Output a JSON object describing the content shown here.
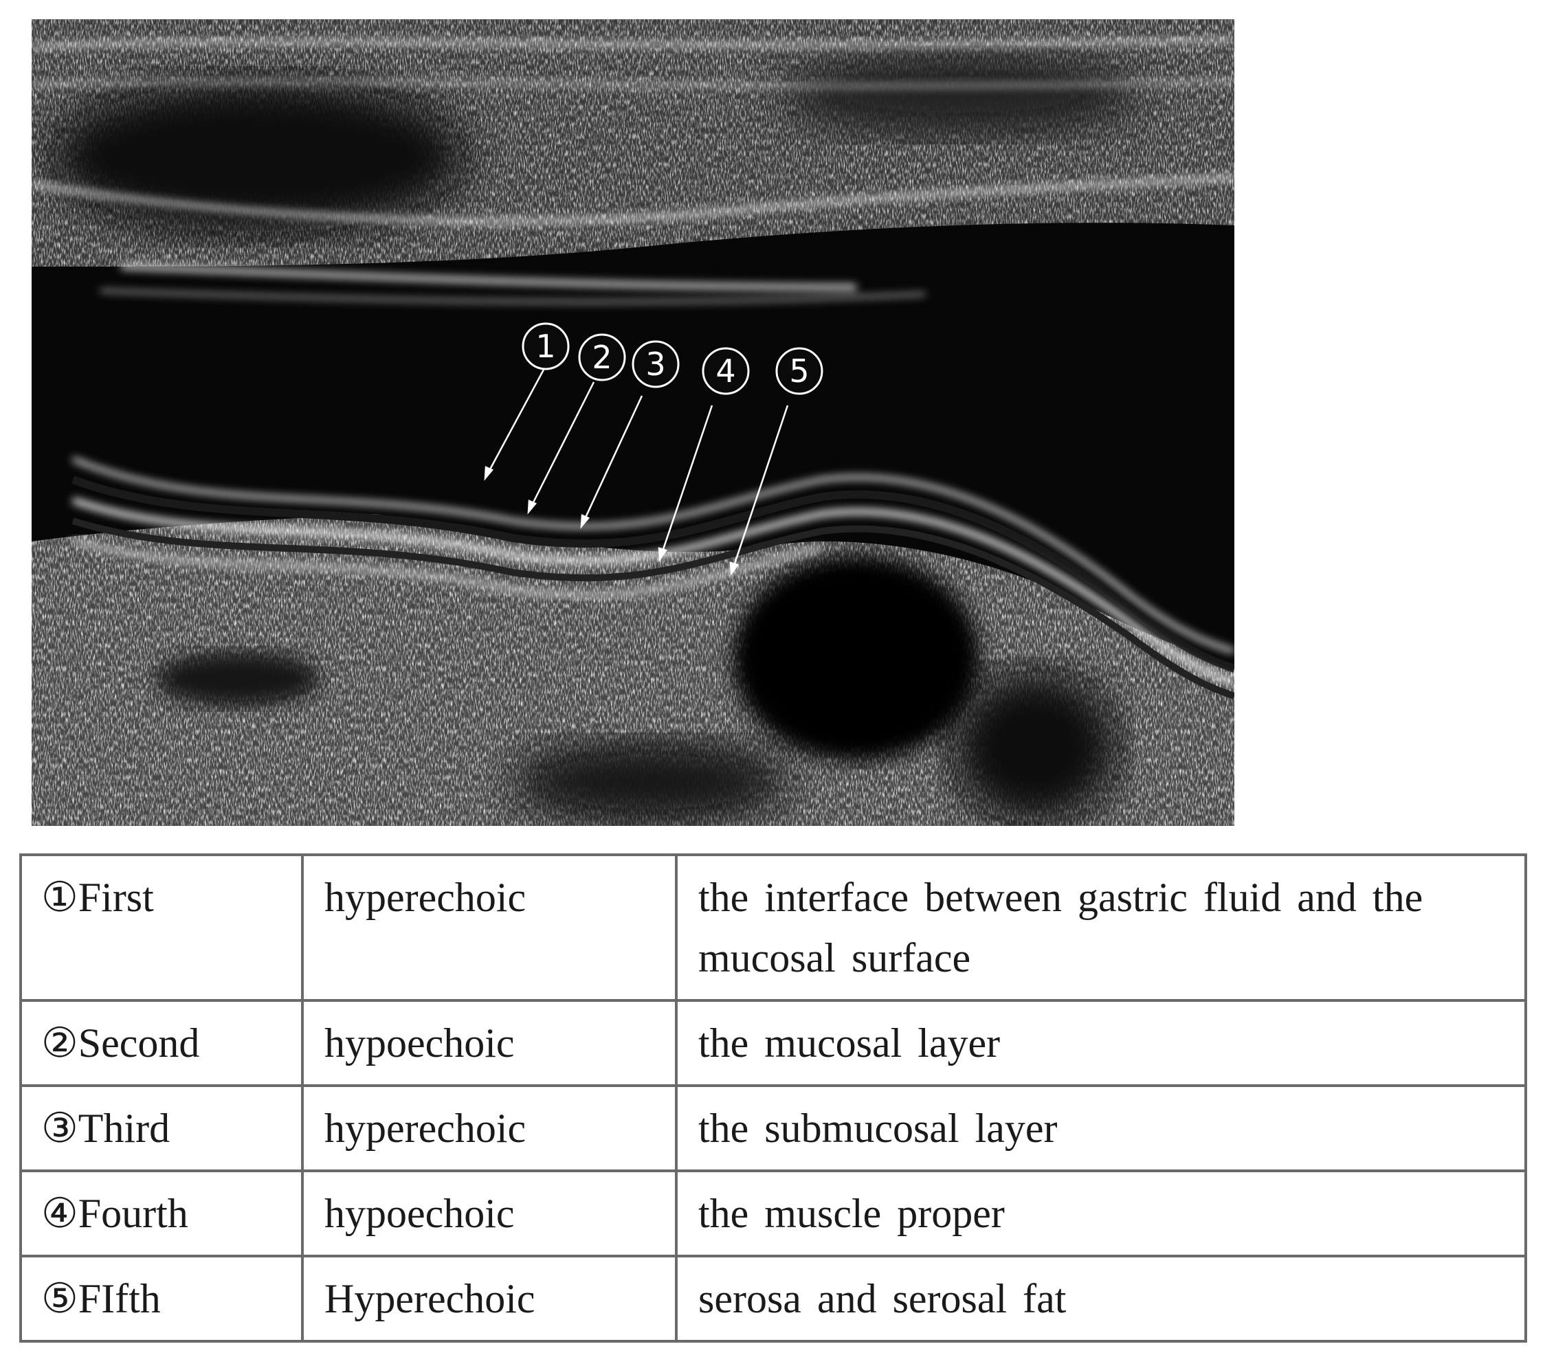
{
  "figure": {
    "markers": [
      "①",
      "②",
      "③",
      "④",
      "⑤"
    ]
  },
  "table": {
    "rows": [
      {
        "layer": "①First",
        "echo": "hyperechoic",
        "description": "the interface between gastric fluid and the mucosal surface"
      },
      {
        "layer": "②Second",
        "echo": "hypoechoic",
        "description": "the mucosal layer"
      },
      {
        "layer": "③Third",
        "echo": "hyperechoic",
        "description": "the submucosal layer"
      },
      {
        "layer": "④Fourth",
        "echo": "hypoechoic",
        "description": "the muscle proper"
      },
      {
        "layer": "⑤FIfth",
        "echo": "Hyperechoic",
        "description": "serosa and serosal fat"
      }
    ]
  }
}
